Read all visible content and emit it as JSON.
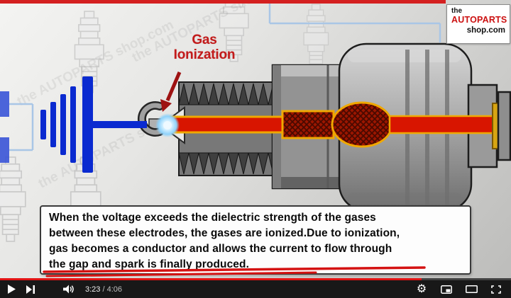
{
  "video": {
    "annotation": {
      "line1": "Gas",
      "line2": "Ionization"
    },
    "logo": {
      "line1": "the",
      "line2": "AUTOPARTS",
      "line3": "shop.com"
    },
    "caption": {
      "lines": [
        "When the voltage exceeds the dielectric strength of the gases",
        "between these electrodes, the gases are ionized.Due to ionization,",
        "gas becomes a conductor and allows the current to flow through",
        "the gap and spark is finally produced."
      ]
    },
    "watermark_text": "the AUTOPARTS shop.com"
  },
  "player": {
    "time": {
      "current": "3:23",
      "separator": "/",
      "duration": "4:06"
    },
    "progress_percent": 82.5,
    "icons": {
      "play_glyph": "▶",
      "settings_glyph": "⚙",
      "names": [
        "play-icon",
        "next-icon",
        "volume-icon",
        "settings-icon",
        "miniplayer-icon",
        "theater-icon",
        "fullscreen-icon"
      ]
    }
  },
  "colors": {
    "accent_red": "#cc1414",
    "diagram_blue": "#0a2ad0",
    "glow_blue": "#bfe6ff",
    "conductor_red": "#d81500",
    "conductor_outline": "#f0a800",
    "body_gray": "#9a9a9a"
  }
}
